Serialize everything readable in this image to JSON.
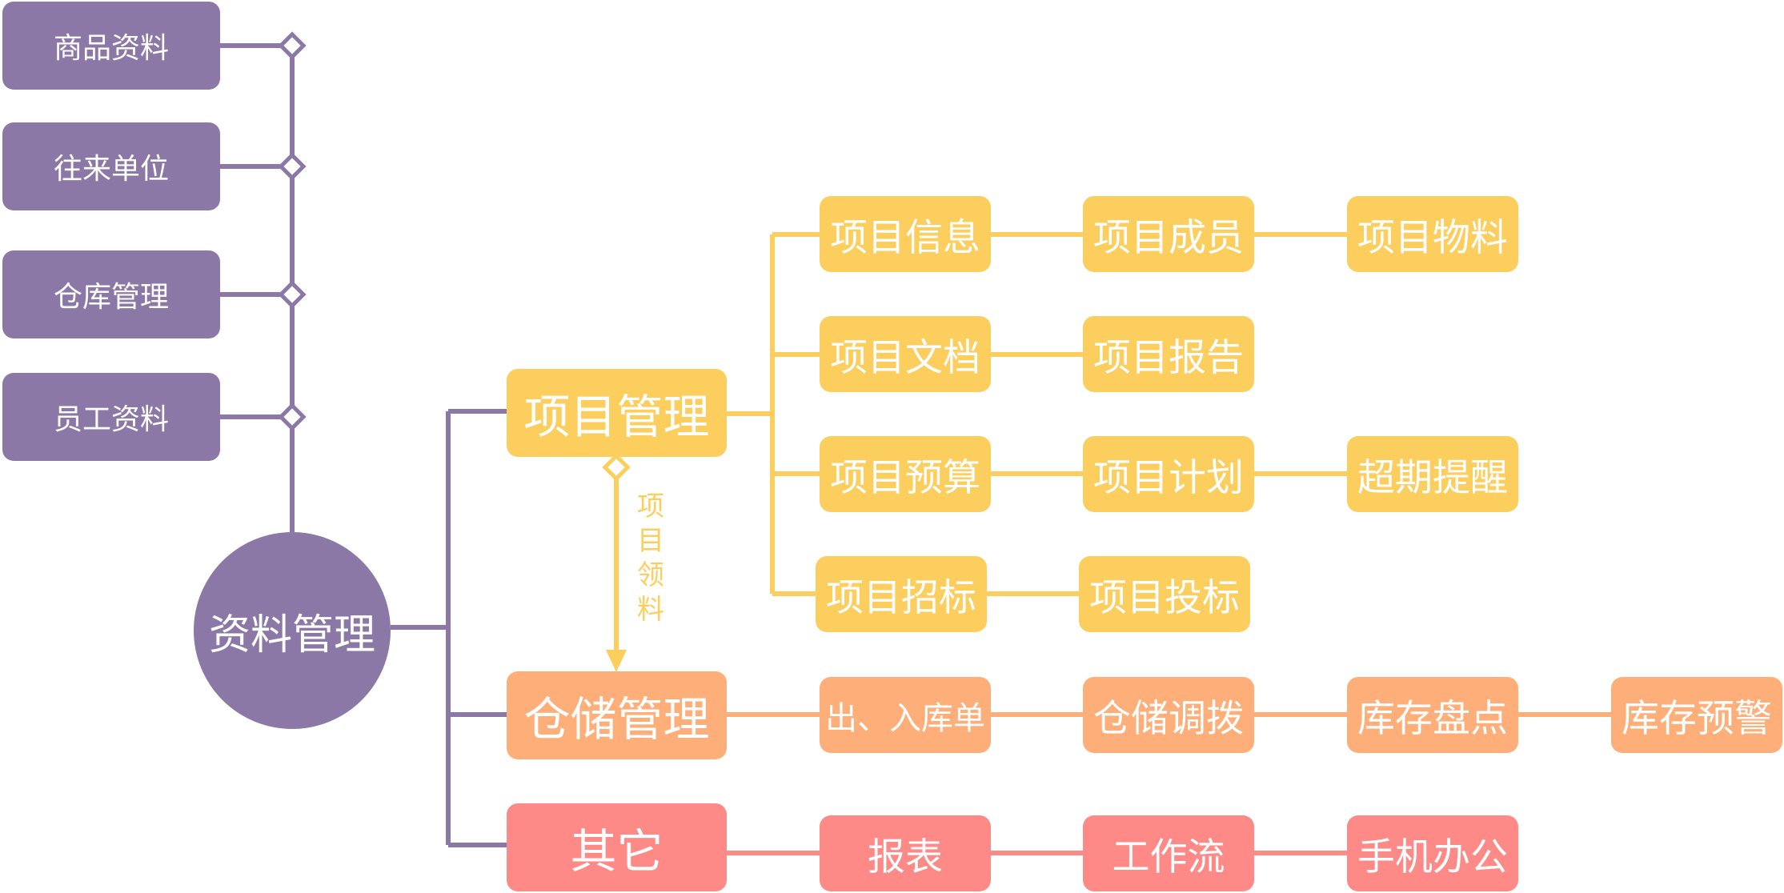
{
  "center": {
    "label": "资料管理"
  },
  "left_items": [
    {
      "label": "商品资料"
    },
    {
      "label": "往来单位"
    },
    {
      "label": "仓库管理"
    },
    {
      "label": "员工资料"
    }
  ],
  "branches": {
    "project": {
      "label": "项目管理",
      "rows": [
        [
          "项目信息",
          "项目成员",
          "项目物料"
        ],
        [
          "项目文档",
          "项目报告"
        ],
        [
          "项目预算",
          "项目计划",
          "超期提醒"
        ],
        [
          "项目招标",
          "项目投标"
        ]
      ]
    },
    "storage": {
      "label": "仓储管理",
      "items": [
        "出、入库单",
        "仓储调拨",
        "库存盘点",
        "库存预警"
      ]
    },
    "other": {
      "label": "其它",
      "items": [
        "报表",
        "工作流",
        "手机办公"
      ]
    }
  },
  "link_label": "项目领料",
  "colors": {
    "purple": "#8c78a6",
    "yellow": "#fcce5e",
    "orange": "#feae78",
    "red": "#fe8a88"
  }
}
